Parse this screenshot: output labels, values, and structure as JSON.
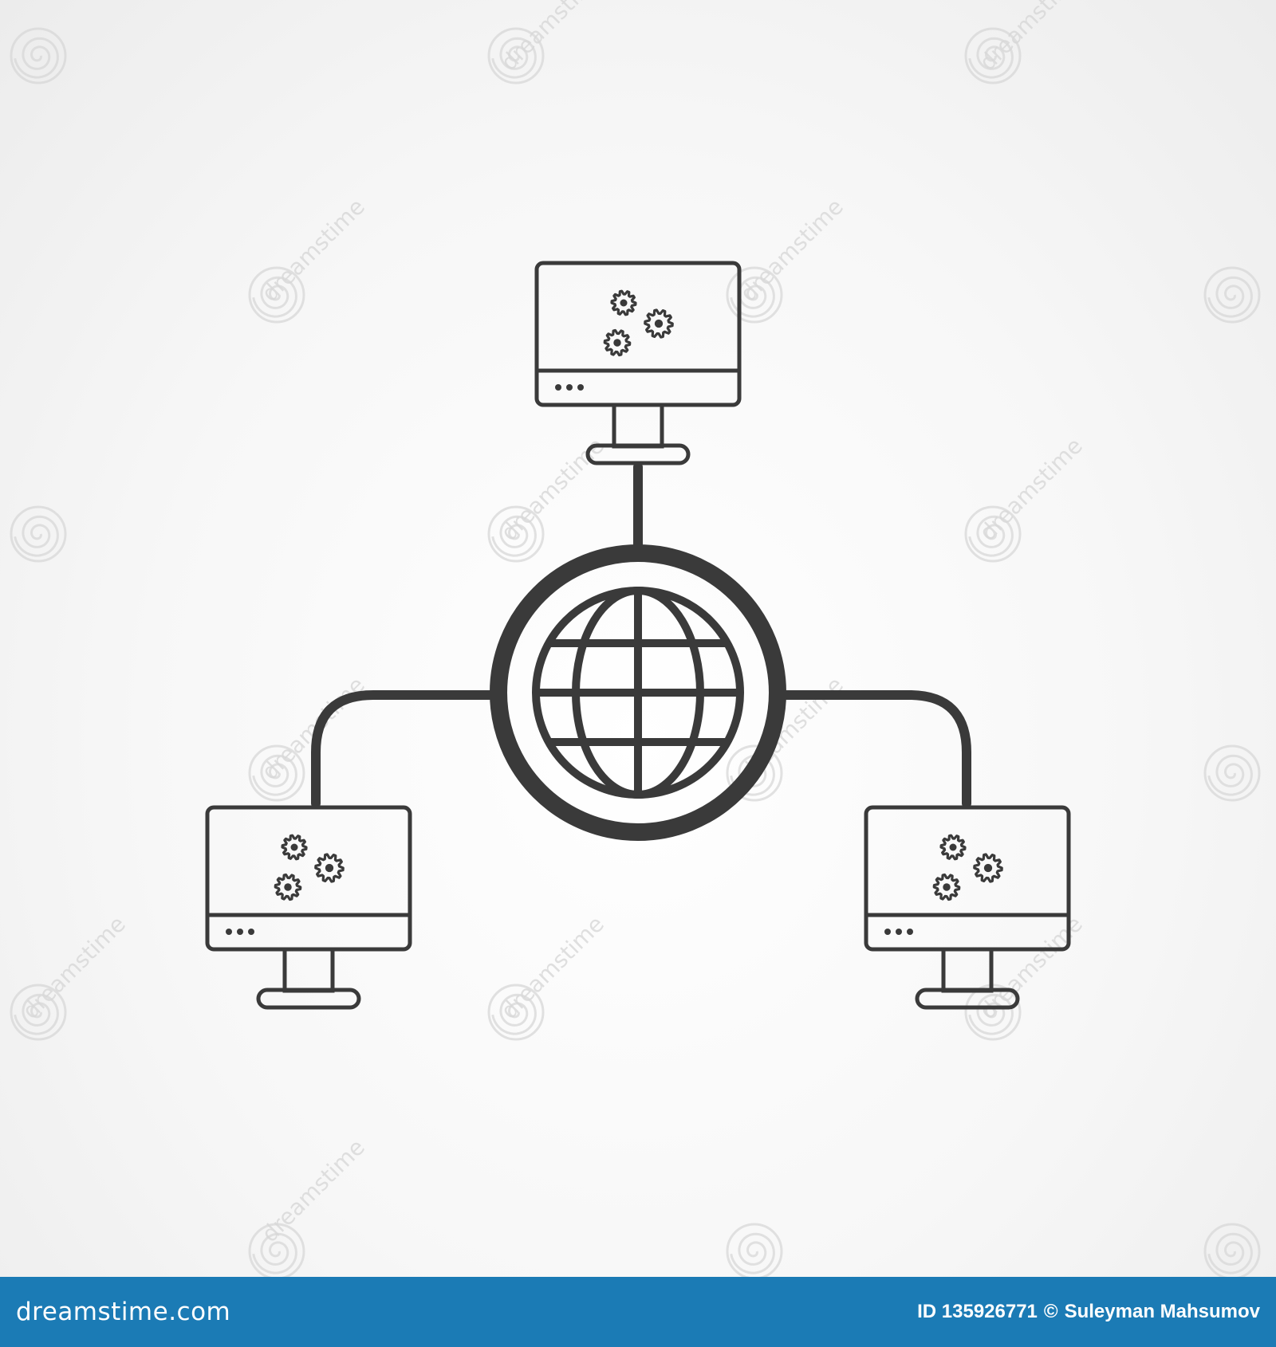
{
  "colors": {
    "stroke": "#3a3a3a",
    "footer_bg": "#1b7bb5",
    "footer_text": "#ffffff",
    "watermark": "#d8d8d8"
  },
  "icons": [
    "globe-icon",
    "monitor-icon",
    "gear-icon",
    "spiral-watermark-icon"
  ],
  "watermark_text": "dreamstime",
  "footer": {
    "brand": "dreamstime.com",
    "image_id": "ID 135926771",
    "copyright_symbol": "©",
    "author": "Suleyman Mahsumov"
  }
}
